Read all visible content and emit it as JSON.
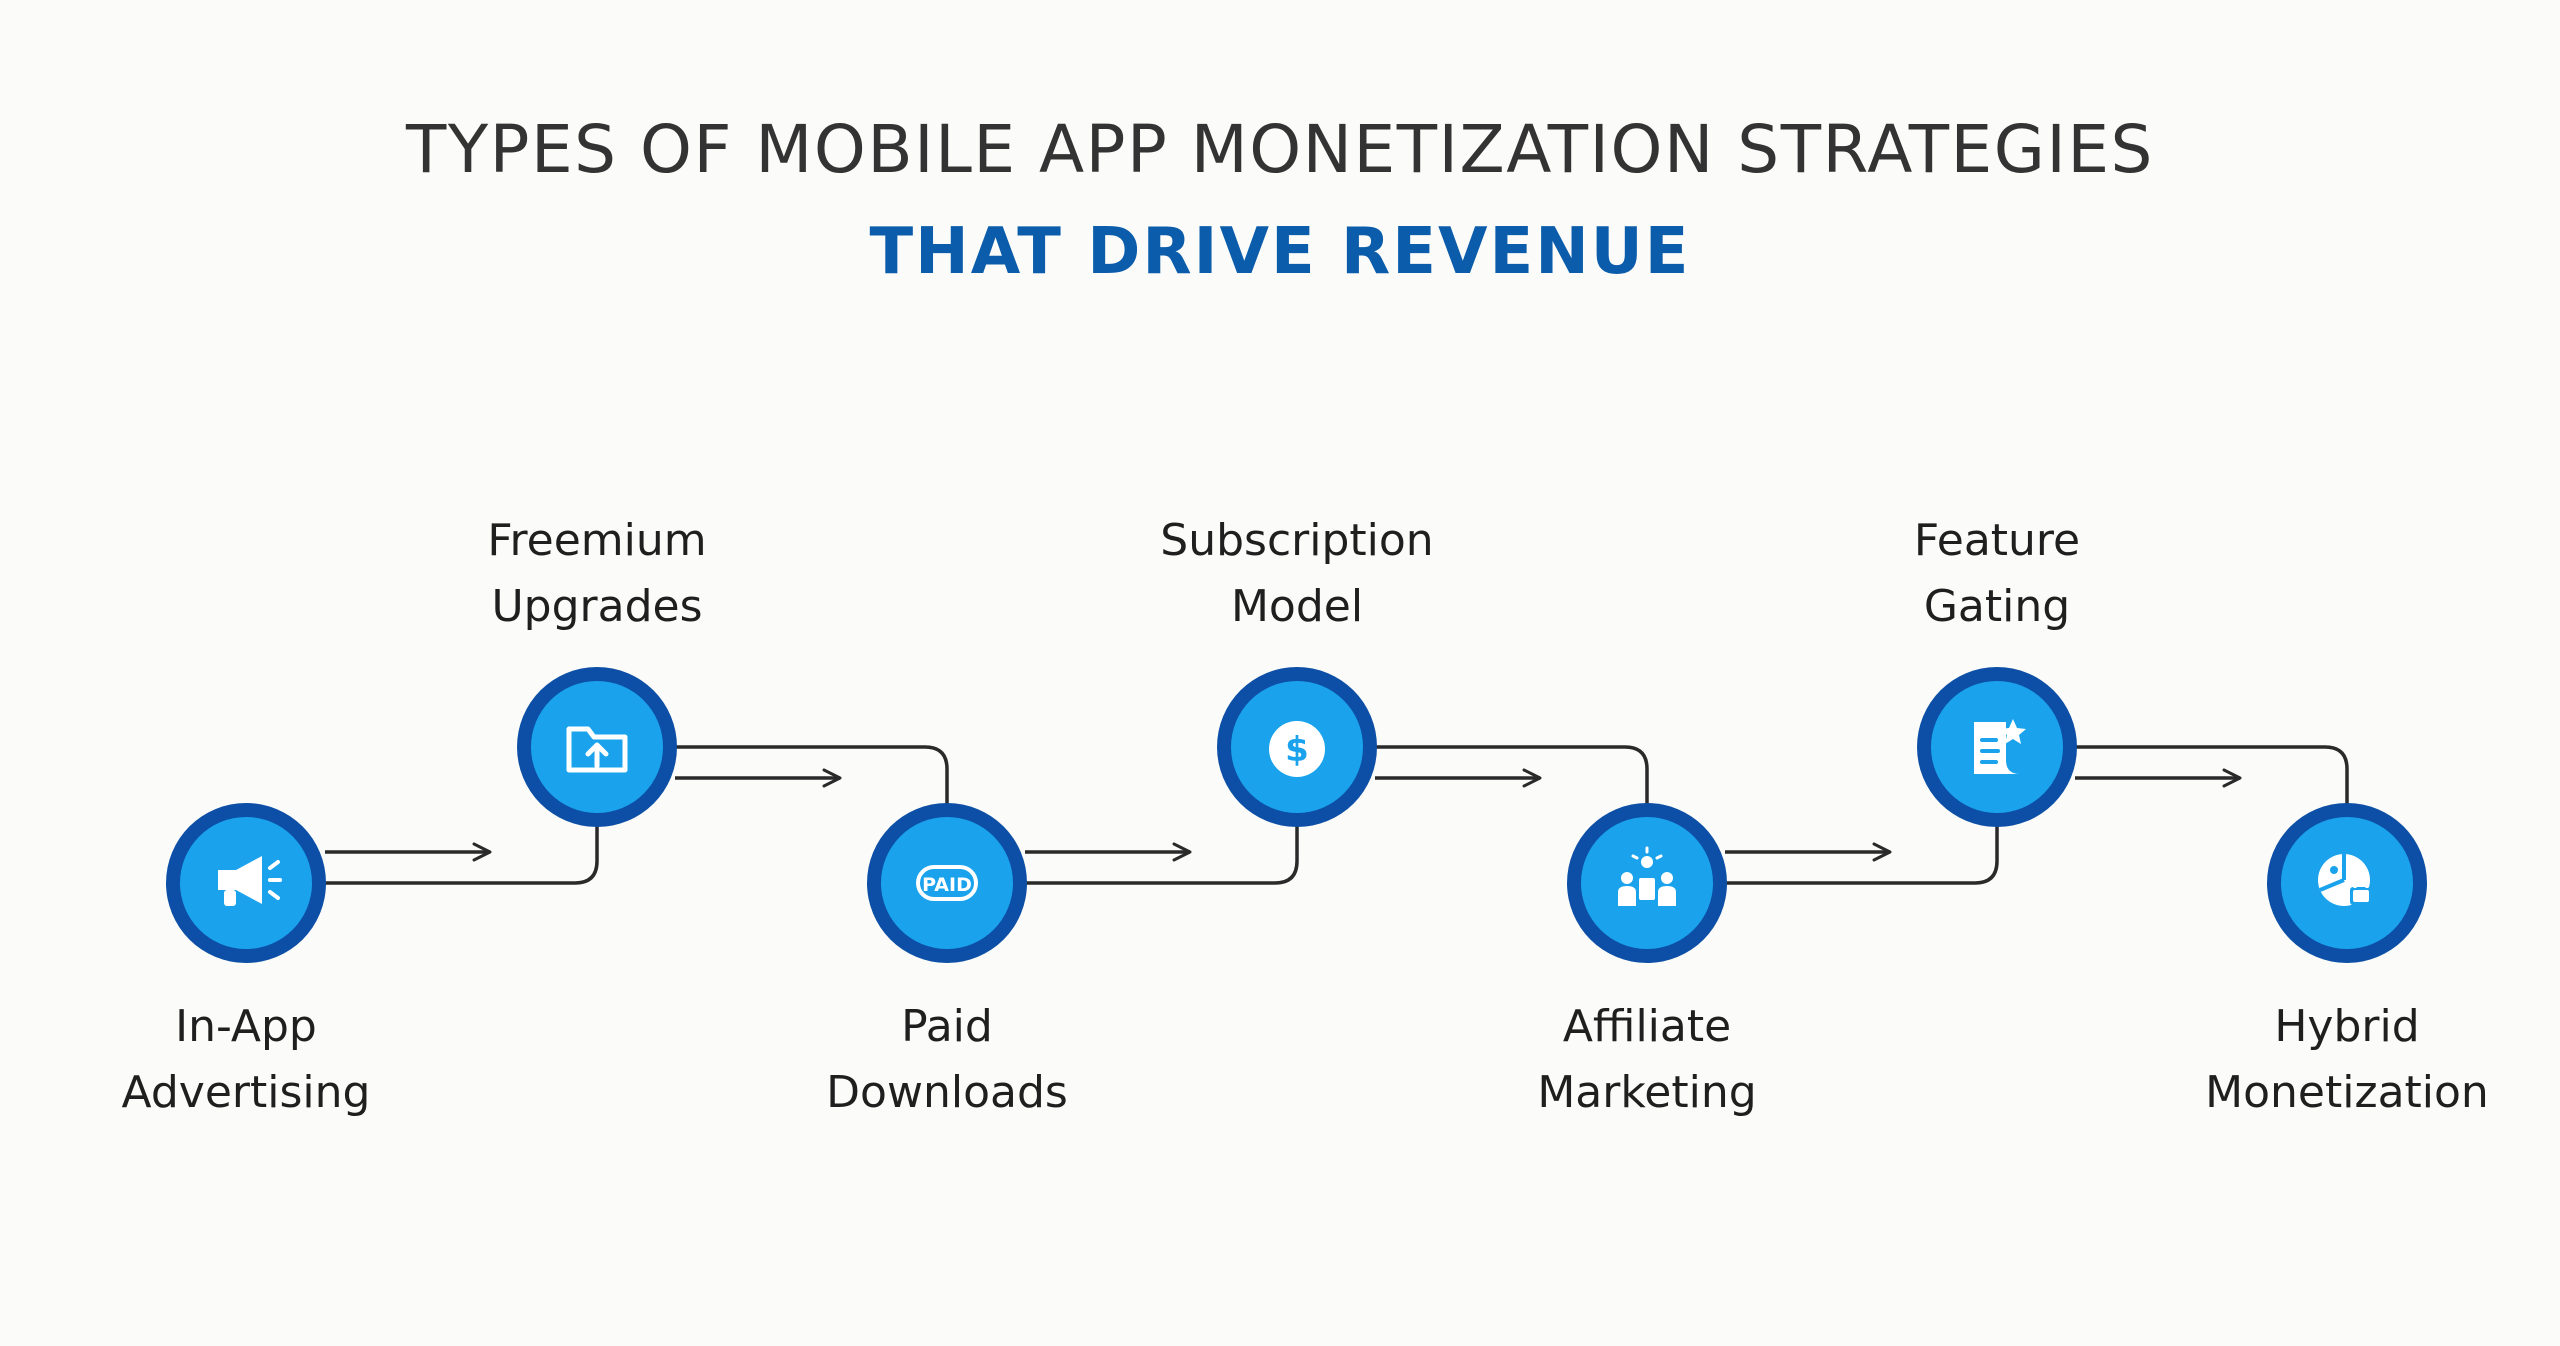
{
  "title": {
    "line1": "TYPES OF MOBILE APP MONETIZATION STRATEGIES",
    "line2": "THAT DRIVE REVENUE"
  },
  "colors": {
    "accent": "#0b5cab",
    "node_ring": "#0d4fa6",
    "node_fill": "#1aa3ec",
    "connector": "#2a2a2a"
  },
  "steps": [
    {
      "line1": "In-App",
      "line2": "Advertising",
      "icon": "megaphone-icon"
    },
    {
      "line1": "Freemium",
      "line2": "Upgrades",
      "icon": "folder-upload-icon"
    },
    {
      "line1": "Paid",
      "line2": "Downloads",
      "icon": "paid-tag-icon"
    },
    {
      "line1": "Subscription",
      "line2": "Model",
      "icon": "dollar-coin-icon"
    },
    {
      "line1": "Affiliate",
      "line2": "Marketing",
      "icon": "team-meeting-icon"
    },
    {
      "line1": "Feature",
      "line2": "Gating",
      "icon": "document-star-icon"
    },
    {
      "line1": "Hybrid",
      "line2": "Monetization",
      "icon": "pie-lock-icon"
    }
  ],
  "paid_tag_text": "PAID"
}
